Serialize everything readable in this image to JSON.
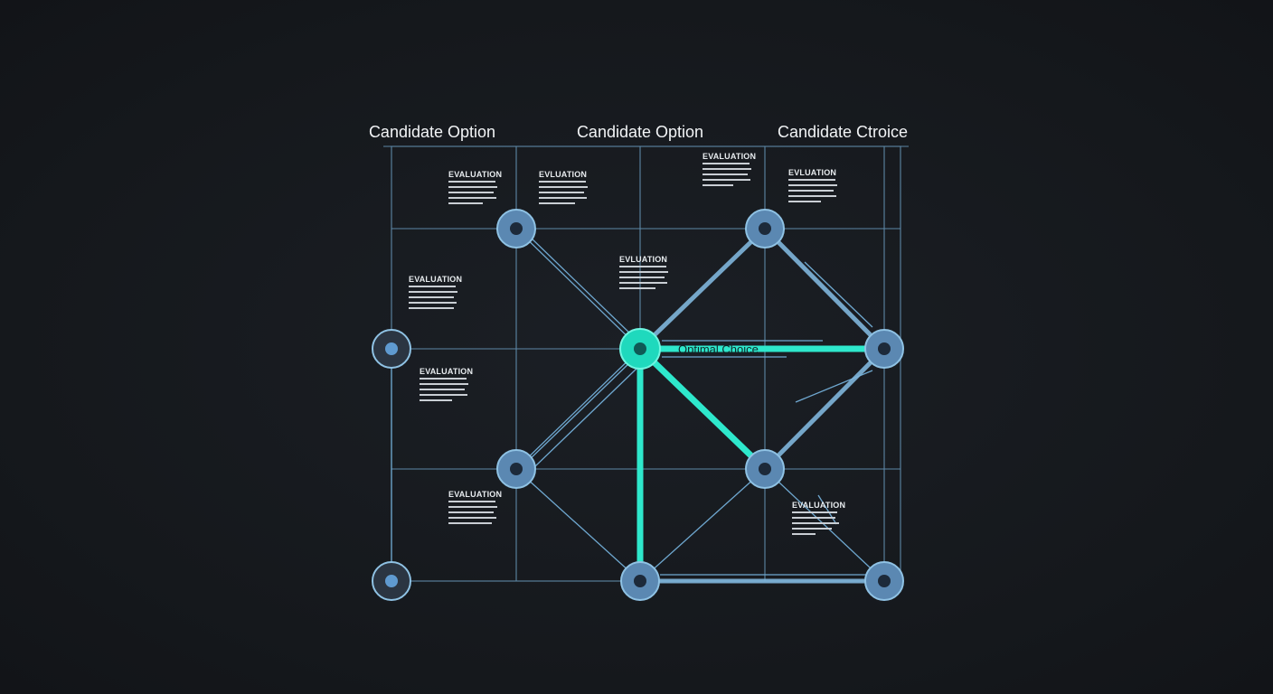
{
  "headers": [
    "Candidate Option",
    "Candidate Option",
    "Candidate Ctroice"
  ],
  "evaluation_labels": [
    "EVALUATION",
    "EVLUATION",
    "EVALUATION",
    "EVLUATION",
    "EVALUATION",
    "EVLUATION",
    "EVALUATION",
    "EVALUATION",
    "EVALUATION"
  ],
  "optimal_label": "Optimal Choice",
  "colors": {
    "background": "#171a1f",
    "grid": "#5d87a6",
    "node": "#5b88b2",
    "optimal_path": "#2ee8cc",
    "text": "#f2f4f6"
  }
}
